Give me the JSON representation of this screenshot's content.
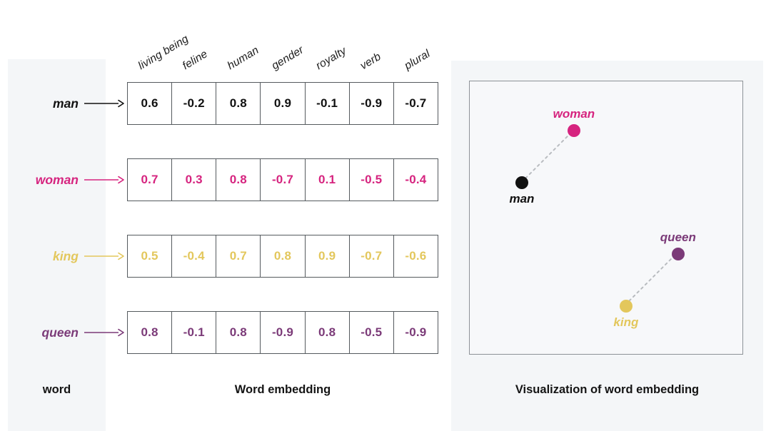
{
  "figure": {
    "captions": {
      "word": "word",
      "embedding": "Word embedding",
      "visualization": "Visualization of word embedding"
    }
  },
  "colors": {
    "man": "#111111",
    "woman": "#d6247f",
    "king": "#e3c75c",
    "queen": "#7b3a78",
    "panel_bg": "#f4f6f8",
    "cell_border": "#555a5e",
    "plot_border": "#8d9297",
    "connector": "#b9bcc0"
  },
  "dimensions": {
    "columns": [
      "living being",
      "feline",
      "human",
      "gender",
      "royalty",
      "verb",
      "plural"
    ]
  },
  "rows": [
    {
      "word": "man",
      "color_key": "man",
      "values": [
        "0.6",
        "-0.2",
        "0.8",
        "0.9",
        "-0.1",
        "-0.9",
        "-0.7"
      ]
    },
    {
      "word": "woman",
      "color_key": "woman",
      "values": [
        "0.7",
        "0.3",
        "0.8",
        "-0.7",
        "0.1",
        "-0.5",
        "-0.4"
      ]
    },
    {
      "word": "king",
      "color_key": "king",
      "values": [
        "0.5",
        "-0.4",
        "0.7",
        "0.8",
        "0.9",
        "-0.7",
        "-0.6"
      ]
    },
    {
      "word": "queen",
      "color_key": "queen",
      "values": [
        "0.8",
        "-0.1",
        "0.8",
        "-0.9",
        "0.8",
        "-0.5",
        "-0.9"
      ]
    }
  ],
  "chart_data": {
    "type": "scatter",
    "title": "Visualization of word embedding",
    "xlabel": "",
    "ylabel": "",
    "xlim": [
      0,
      100
    ],
    "ylim": [
      0,
      100
    ],
    "grid": false,
    "legend": "none",
    "points": [
      {
        "label": "man",
        "x": 19,
        "y": 63,
        "color": "#111111",
        "label_position": "below"
      },
      {
        "label": "woman",
        "x": 38,
        "y": 82,
        "color": "#d6247f",
        "label_position": "above"
      },
      {
        "label": "king",
        "x": 57,
        "y": 18,
        "color": "#e3c75c",
        "label_position": "below"
      },
      {
        "label": "queen",
        "x": 76,
        "y": 37,
        "color": "#7b3a78",
        "label_position": "above"
      }
    ],
    "connectors": [
      {
        "from": "man",
        "to": "woman",
        "style": "dashed"
      },
      {
        "from": "king",
        "to": "queen",
        "style": "dashed"
      }
    ]
  }
}
